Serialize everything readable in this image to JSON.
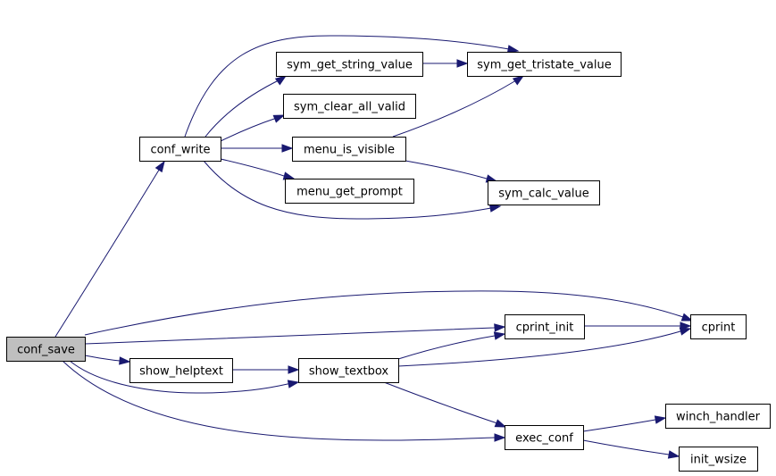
{
  "graph": {
    "colors": {
      "edge": "#191970",
      "root_fill": "#bfbfbf",
      "node_fill": "#ffffff",
      "node_border": "#000000",
      "highlight_border": "#ff0000"
    },
    "nodes": [
      {
        "id": "conf_save",
        "label": "conf_save",
        "style": "root"
      },
      {
        "id": "conf_write",
        "label": "conf_write",
        "style": "normal"
      },
      {
        "id": "sym_get_string_value",
        "label": "sym_get_string_value",
        "style": "normal"
      },
      {
        "id": "sym_get_tristate_value",
        "label": "sym_get_tristate_value",
        "style": "normal"
      },
      {
        "id": "sym_clear_all_valid",
        "label": "sym_clear_all_valid",
        "style": "normal"
      },
      {
        "id": "menu_is_visible",
        "label": "menu_is_visible",
        "style": "highlight"
      },
      {
        "id": "menu_get_prompt",
        "label": "menu_get_prompt",
        "style": "normal"
      },
      {
        "id": "sym_calc_value",
        "label": "sym_calc_value",
        "style": "highlight"
      },
      {
        "id": "cprint_init",
        "label": "cprint_init",
        "style": "normal"
      },
      {
        "id": "cprint",
        "label": "cprint",
        "style": "normal"
      },
      {
        "id": "show_helptext",
        "label": "show_helptext",
        "style": "normal"
      },
      {
        "id": "show_textbox",
        "label": "show_textbox",
        "style": "normal"
      },
      {
        "id": "exec_conf",
        "label": "exec_conf",
        "style": "normal"
      },
      {
        "id": "winch_handler",
        "label": "winch_handler",
        "style": "normal"
      },
      {
        "id": "init_wsize",
        "label": "init_wsize",
        "style": "normal"
      }
    ],
    "edges": [
      {
        "from": "conf_save",
        "to": "conf_write"
      },
      {
        "from": "conf_write",
        "to": "sym_get_string_value"
      },
      {
        "from": "conf_write",
        "to": "sym_get_tristate_value"
      },
      {
        "from": "sym_get_string_value",
        "to": "sym_get_tristate_value"
      },
      {
        "from": "conf_write",
        "to": "sym_clear_all_valid"
      },
      {
        "from": "conf_write",
        "to": "menu_is_visible"
      },
      {
        "from": "menu_is_visible",
        "to": "sym_get_tristate_value"
      },
      {
        "from": "menu_is_visible",
        "to": "sym_calc_value"
      },
      {
        "from": "conf_write",
        "to": "menu_get_prompt"
      },
      {
        "from": "conf_write",
        "to": "sym_calc_value"
      },
      {
        "from": "conf_save",
        "to": "cprint"
      },
      {
        "from": "conf_save",
        "to": "cprint_init"
      },
      {
        "from": "cprint_init",
        "to": "cprint"
      },
      {
        "from": "conf_save",
        "to": "show_helptext"
      },
      {
        "from": "show_helptext",
        "to": "show_textbox"
      },
      {
        "from": "conf_save",
        "to": "show_textbox"
      },
      {
        "from": "show_textbox",
        "to": "cprint_init"
      },
      {
        "from": "show_textbox",
        "to": "cprint"
      },
      {
        "from": "show_textbox",
        "to": "exec_conf"
      },
      {
        "from": "conf_save",
        "to": "exec_conf"
      },
      {
        "from": "exec_conf",
        "to": "winch_handler"
      },
      {
        "from": "exec_conf",
        "to": "init_wsize"
      }
    ]
  }
}
